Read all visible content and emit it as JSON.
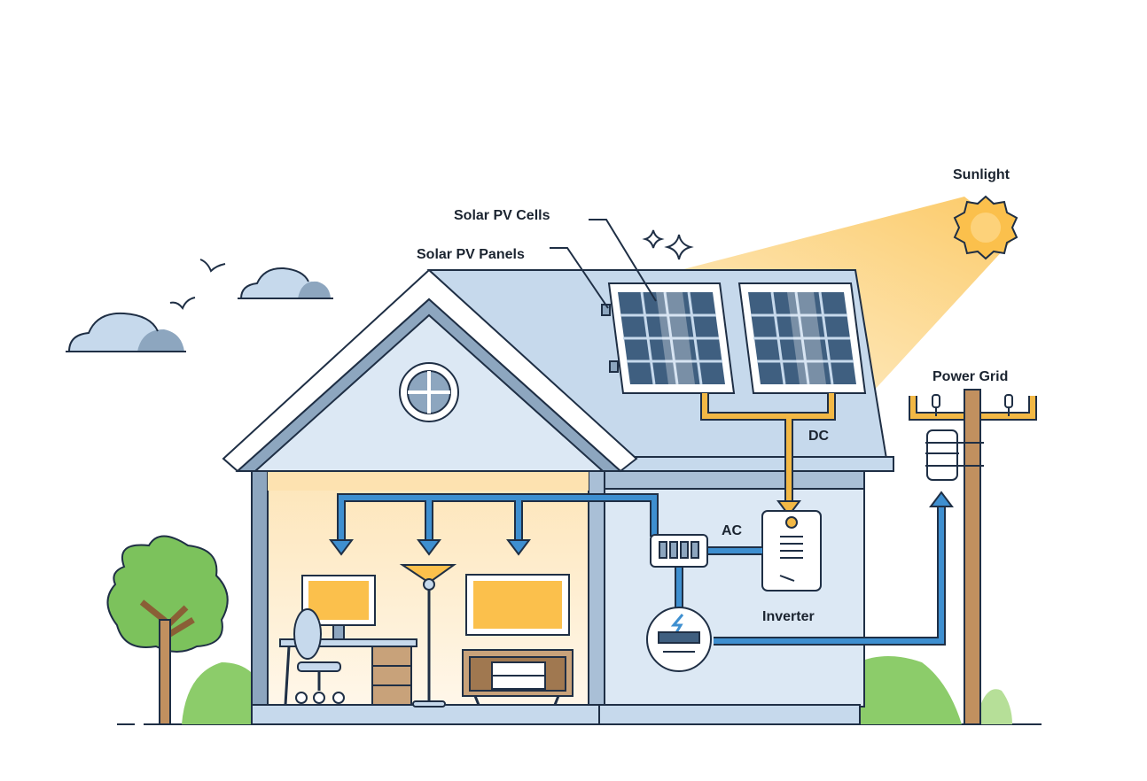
{
  "labels": {
    "sunlight": "Sunlight",
    "solar_pv_cells": "Solar PV Cells",
    "solar_pv_panels": "Solar PV Panels",
    "power_grid": "Power Grid",
    "dc": "DC",
    "ac": "AC",
    "inverter": "Inverter"
  },
  "colors": {
    "outline": "#1f2f45",
    "roof": "#c6d9ec",
    "wall": "#dce8f4",
    "trim": "#8da6bf",
    "dc_wire": "#f2b845",
    "ac_wire": "#3e8fd0",
    "sun": "#fbc04c",
    "panel": "#3f5f80",
    "tree": "#7cc25c",
    "pole": "#c1905f"
  },
  "icons": [
    "sun-icon",
    "sparkle-icon",
    "cloud-icon",
    "bird-icon",
    "solar-panel-icon",
    "inverter-icon",
    "breaker-icon",
    "meter-icon",
    "utility-pole-icon",
    "tree-icon",
    "window-icon",
    "monitor-icon",
    "lamp-icon",
    "tv-icon",
    "chair-icon",
    "desk-icon"
  ]
}
